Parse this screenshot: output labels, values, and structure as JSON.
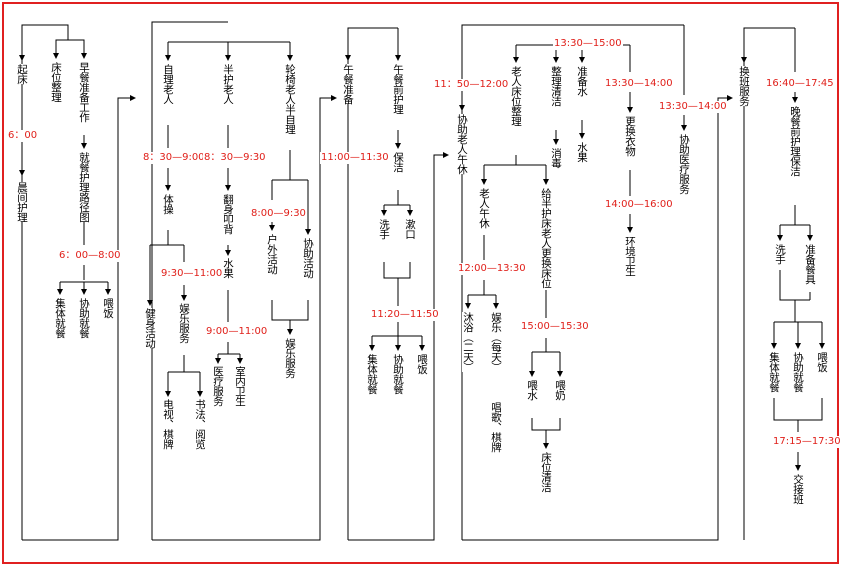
{
  "nodes": {
    "wake": "起床",
    "record_wake": "晨间护理",
    "bed_tidy": "床位整理",
    "morning_prep": "早餐准备工作",
    "leg_diagram": "就餐护理路径图",
    "group_meal": "集体就餐",
    "assist_meal": "协助就餐",
    "feed_meal": "喂饭",
    "self_care": "自理老人",
    "semi_care": "半护老人",
    "bed_care": "轮椅老人半自理",
    "exercise": "体操",
    "fitness": "健身活动",
    "entertain": "娱乐服务",
    "tv": "电视、棋牌",
    "books": "书法、阅览",
    "turn_over": "翻身叩背",
    "water": "水果",
    "medical": "医疗服务",
    "hygiene": "室内卫生",
    "outdoor": "户外活动",
    "assist_move": "协助活动",
    "ent2": "娱乐服务",
    "lunch_prep": "午餐准备",
    "lunch_nursing": "午餐前护理",
    "nap": "保洁",
    "wash": "洗手",
    "clean": "漱口",
    "group_meal2": "集体就餐",
    "assist_meal2": "协助就餐",
    "feed2": "喂饭",
    "assist_rest": "协助老人午休",
    "bed_after": "老人床位整理",
    "ward_clean": "整理清洁",
    "disinfect": "消毒",
    "prep_water": "准备水",
    "fruit": "水果",
    "rest": "老人午休",
    "bathe": "沐浴（二天）",
    "ent_daily": "娱乐（每天）",
    "quiet": "唱歌、棋牌",
    "half_bed": "给半护床老人更换床位",
    "drink_water": "喂水",
    "drink_milk": "喂奶",
    "bed_clean": "床位清洁",
    "change_clothes": "更换衣物",
    "env_hygiene": "环境卫生",
    "assist_medical": "协助医疗服务",
    "shift_service": "换班服务",
    "dinner_nursing": "晚餐前护理保洁",
    "wash2": "洗手",
    "prep_tableware": "准备餐具",
    "group_meal3": "集体就餐",
    "assist_meal3": "协助就餐",
    "feed3": "喂饭",
    "handover": "交接班"
  },
  "times": {
    "t600": "6：00",
    "t600_800": "6：00—8:00",
    "t830_900": "8：30—9:00",
    "t930_1100": "9:30—11:00",
    "t830_930": "8：30—9:30",
    "t900_1100": "9:00—11:00",
    "t800_930": "8:00—9:30",
    "t1100_1130": "11:00—11:30",
    "t1120_1150": "11:20—11:50",
    "t1150_1200": "11：50—12:00",
    "t1330_1500": "13:30—15:00",
    "t1330_1400a": "13:30—14:00",
    "t1330_1400b": "13:30—14:00",
    "t1200_1330": "12:00—13:30",
    "t1400_1600": "14:00—16:00",
    "t1500_1530": "15:00—15:30",
    "t1640_1745": "16:40—17:45",
    "t1715_1730": "17:15—17:30"
  }
}
